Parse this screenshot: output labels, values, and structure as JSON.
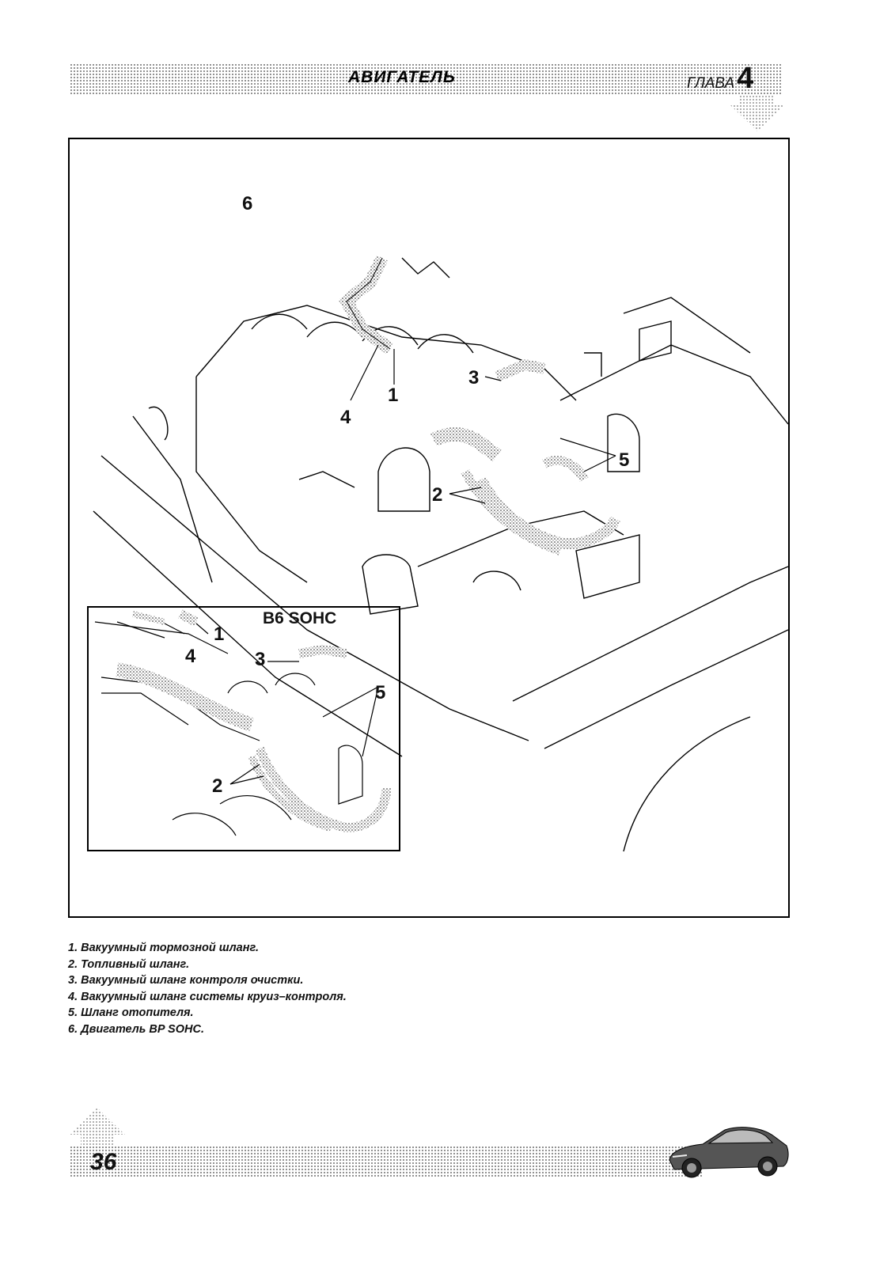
{
  "header": {
    "title": "АВИГАТЕЛЬ",
    "chapter_label": "ГЛАВА",
    "chapter_number": "4"
  },
  "figure": {
    "callouts": {
      "engine": "6",
      "brake_hose": "1",
      "cruise_hose": "4",
      "purge_hose": "3",
      "heater_hose": "5",
      "fuel_hose": "2"
    },
    "inset": {
      "title": "B6 SOHC",
      "callouts": {
        "brake_hose": "1",
        "cruise_hose": "4",
        "purge_hose": "3",
        "heater_hose": "5",
        "fuel_hose": "2"
      }
    }
  },
  "captions": [
    "1. Вакуумный тормозной шланг.",
    "2. Топливный шланг.",
    "3. Вакуумный шланг контроля очистки.",
    "4. Вакуумный шланг системы круиз–контроля.",
    "5. Шланг отопителя.",
    "6. Двигатель BP SOHC."
  ],
  "footer": {
    "page_number": "36"
  },
  "icons": [
    "arrow-down-icon",
    "arrow-up-icon",
    "car-icon"
  ]
}
